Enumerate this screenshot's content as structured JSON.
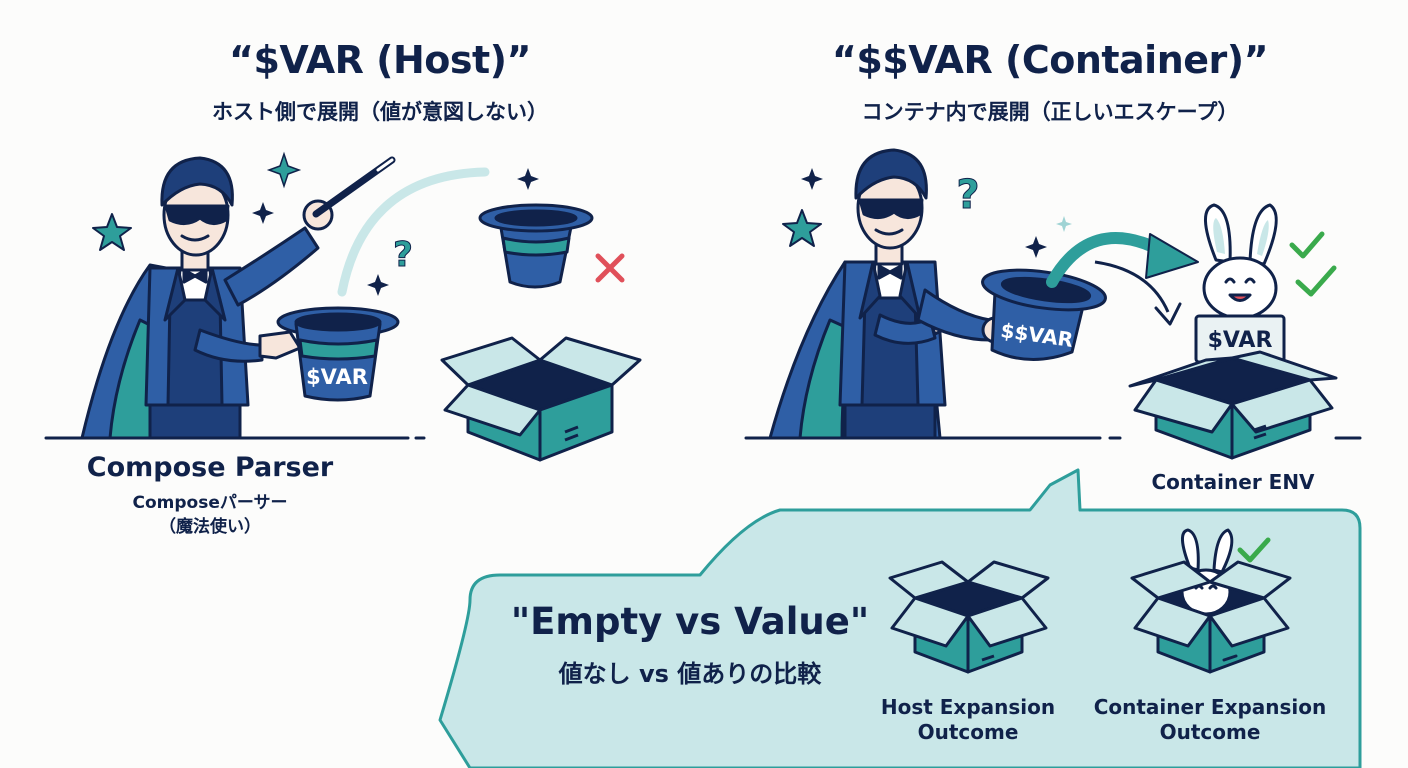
{
  "left": {
    "title": "“$VAR (Host)”",
    "subtitle": "ホスト側で展開（値が意図しない）",
    "hat_label": "$VAR",
    "caption": {
      "name": "Compose Parser",
      "jp": "Composeパーサー",
      "role": "（魔法使い）"
    }
  },
  "right": {
    "title": "“$$VAR (Container)”",
    "subtitle": "コンテナ内で展開（正しいエスケープ）",
    "hat_label": "$$VAR",
    "sign_label": "$VAR",
    "container_label": "Container ENV"
  },
  "comparison": {
    "title": "\"Empty vs Value\"",
    "subtitle": "値なし vs 値ありの比較",
    "host_outcome": [
      "Host Expansion",
      "Outcome"
    ],
    "container_outcome": [
      "Container Expansion",
      "Outcome"
    ]
  },
  "colors": {
    "navy": "#10224a",
    "blue": "#2f5fa6",
    "teal": "#2e9e9b",
    "light_teal": "#c9e7e8",
    "red": "#e0505a",
    "green": "#3aaa4c"
  }
}
